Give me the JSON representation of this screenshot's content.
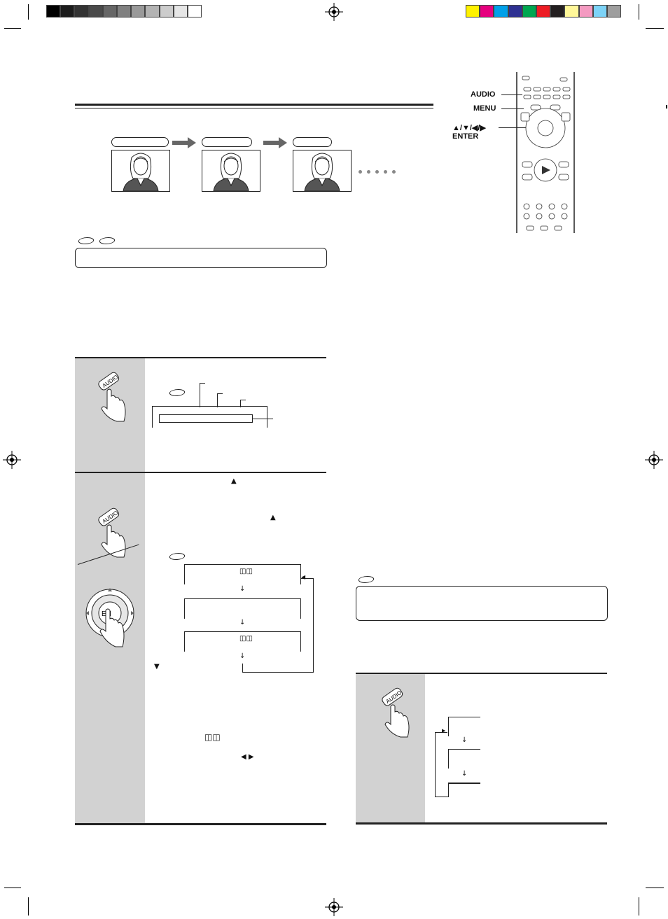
{
  "colors": {
    "grayscale_bar": [
      "#000000",
      "#1c1c1c",
      "#333333",
      "#4a4a4a",
      "#666666",
      "#808080",
      "#999999",
      "#b3b3b3",
      "#cccccc",
      "#e6e6e6",
      "#ffffff"
    ],
    "color_bar": [
      "#fff200",
      "#e6007e",
      "#00a0e9",
      "#2e3192",
      "#00a650",
      "#ed1c24",
      "#231f20",
      "#fff799",
      "#f49ac1",
      "#7dd3f7",
      "#9e9e9e"
    ],
    "panel_gray": "#d2d2d2"
  },
  "remote": {
    "labels": {
      "audio": "AUDIO",
      "menu": "MENU",
      "arrows": "▲/▼/◀/▶",
      "enter": "ENTER"
    }
  },
  "glyphs": {
    "up": "▲",
    "down": "▼",
    "left_right": "◀ ▶",
    "dolby": "◫◫",
    "small_arrow": "↓",
    "dots": "• • • • •"
  },
  "icons": [
    "hand-press-audio-icon",
    "hand-press-enter-icon",
    "disc-icon",
    "woman-figure-icon",
    "arrow-right-icon",
    "remote-control-icon",
    "registration-mark-icon"
  ]
}
